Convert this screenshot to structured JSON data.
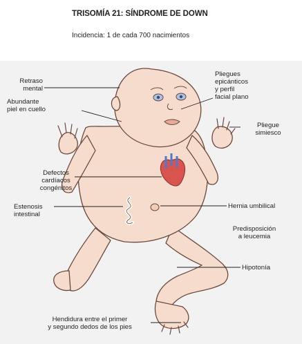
{
  "header": {
    "title": "TRISOMÍA 21: SÍNDROME DE DOWN",
    "subtitle": "Incidencia: 1 de cada 700 nacimientos"
  },
  "labels": {
    "retraso_1": "Retraso",
    "retraso_2": "mental",
    "abundante_1": "Abundante",
    "abundante_2": "piel en cuello",
    "pliegues_1": "Pliegues",
    "pliegues_2": "epicánticos",
    "pliegues_3": "y perfil",
    "pliegues_4": "facial plano",
    "simiesco_1": "Pliegue",
    "simiesco_2": "simiesco",
    "defectos_1": "Defectos",
    "defectos_2": "cardíacos",
    "defectos_3": "congénitos",
    "estenosis_1": "Estenosis",
    "estenosis_2": "intestinal",
    "hernia": "Hernia umbilical",
    "predisp_1": "Predisposición",
    "predisp_2": "a leucemia",
    "hipotonia": "Hipotonía",
    "hendidura_1": "Hendidura entre el primer",
    "hendidura_2": "y segundo dedos de los pies"
  },
  "colors": {
    "skin": "#f5dccd",
    "outline": "#6b4a3e",
    "heart": "#d9534f",
    "vessel": "#4a7bd0",
    "panel": "#f2f2f2"
  }
}
